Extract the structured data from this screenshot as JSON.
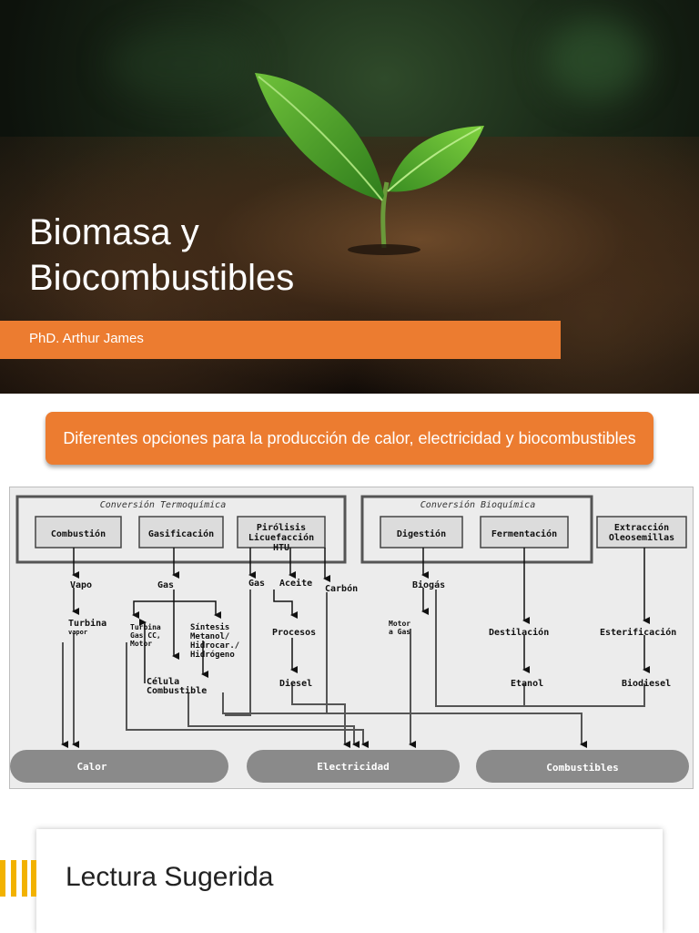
{
  "slide1": {
    "title_line1": "Biomasa y",
    "title_line2": "Biocombustibles",
    "author": "PhD. Arthur James",
    "accent_color": "#ec7c30"
  },
  "slide2": {
    "heading": "Diferentes opciones para la producción de calor, electricidad y biocombustibles",
    "diagram": {
      "group_thermo": "Conversión Termoquímica",
      "group_bio": "Conversión Bioquímica",
      "boxes": {
        "combustion": "Combustión",
        "gasificacion": "Gasificación",
        "pirolisis": [
          "Pirólisis",
          "Licuefacción",
          "HTU"
        ],
        "digestion": "Digestión",
        "fermentacion": "Fermentación",
        "extraccion": [
          "Extracción",
          "Oleosemillas"
        ]
      },
      "labels": {
        "vapo": "Vapo",
        "gas": "Gas",
        "gas2": "Gas",
        "aceite": "Aceite",
        "carbon": "Carbón",
        "biogas": "Biogás",
        "turbina": "Turbina",
        "vapor": "vapor",
        "turbina_gas": [
          "Turbina",
          "Gas CC,",
          "Motor"
        ],
        "sintesis": [
          "Síntesis",
          "Metanol/",
          "Hidrocar./",
          "Hidrógeno"
        ],
        "procesos": "Procesos",
        "motor_gas": [
          "Motor",
          "a Gas"
        ],
        "destilacion": "Destilación",
        "esterificacion": "Esterificación",
        "celula": [
          "Célula",
          "Combustible"
        ],
        "diesel": "Diesel",
        "etanol": "Etanol",
        "biodiesel": "Biodiesel"
      },
      "outputs": {
        "calor": "Calor",
        "electricidad": "Electricidad",
        "combustibles": "Combustibles"
      }
    }
  },
  "slide3": {
    "title": "Lectura Sugerida",
    "accent_color": "#f2b200"
  }
}
